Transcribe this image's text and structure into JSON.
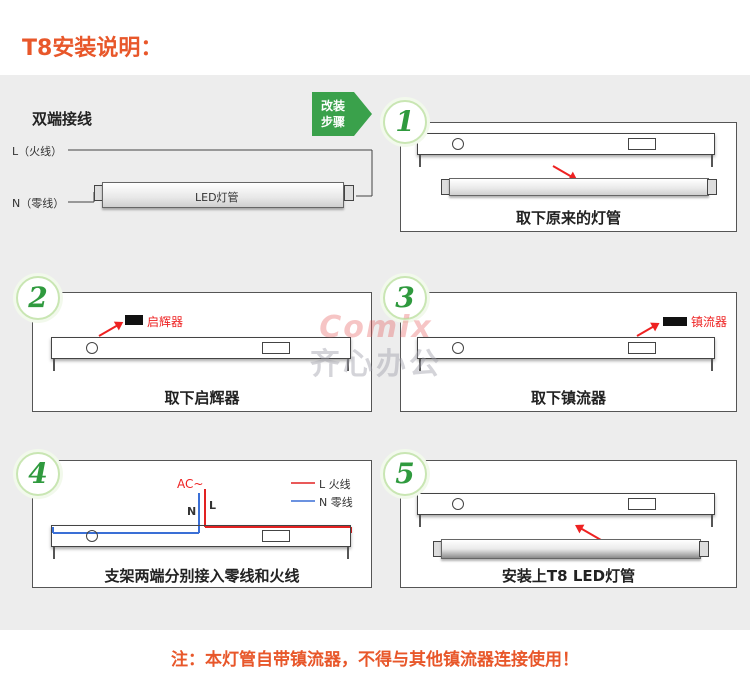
{
  "title": "T8安装说明：",
  "wiring": {
    "heading": "双端接线",
    "live_label": "L（火线）",
    "neutral_label": "N（零线）",
    "tube_label": "LED灯管"
  },
  "step_badge": "改装步骤",
  "steps": [
    {
      "num": "1",
      "caption": "取下原来的灯管"
    },
    {
      "num": "2",
      "caption": "取下启辉器",
      "part_label": "启辉器"
    },
    {
      "num": "3",
      "caption": "取下镇流器",
      "part_label": "镇流器"
    },
    {
      "num": "4",
      "caption": "支架两端分别接入零线和火线",
      "ac_label": "AC~",
      "n_label": "N",
      "l_label": "L",
      "legend_live": "L  火线",
      "legend_neutral": "N  零线"
    },
    {
      "num": "5",
      "caption": "安装上T8 LED灯管"
    }
  ],
  "watermark": {
    "brand": "Comix",
    "name": "齐心办公"
  },
  "note": "注：本灯管自带镇流器，不得与其他镇流器连接使用！",
  "colors": {
    "accent": "#e8572a",
    "green": "#3aa14b",
    "red": "#e22222",
    "blue": "#3a6fd6"
  }
}
